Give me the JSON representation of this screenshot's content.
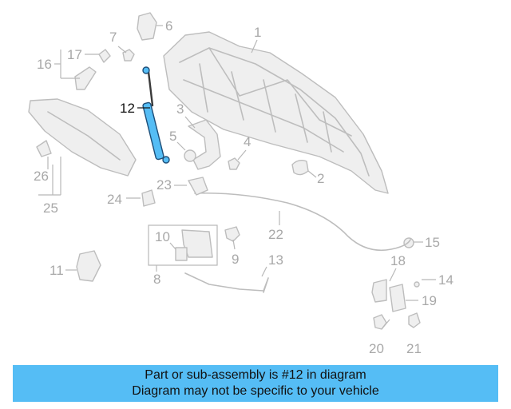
{
  "callouts": {
    "c1": "1",
    "c2": "2",
    "c3": "3",
    "c4": "4",
    "c5": "5",
    "c6": "6",
    "c7": "7",
    "c8": "8",
    "c9": "9",
    "c10": "10",
    "c11": "11",
    "c12": "12",
    "c13": "13",
    "c14": "14",
    "c15": "15",
    "c16": "16",
    "c17": "17",
    "c18": "18",
    "c19": "19",
    "c20": "20",
    "c21": "21",
    "c22": "22",
    "c23": "23",
    "c24": "24",
    "c25": "25",
    "c26": "26"
  },
  "highlight": {
    "part": "12",
    "color": "#55bdf5"
  },
  "banner": {
    "line1": "Part or sub-assembly is #12 in diagram",
    "line2": "Diagram may not be specific to your vehicle",
    "color": "#55bdf5"
  }
}
